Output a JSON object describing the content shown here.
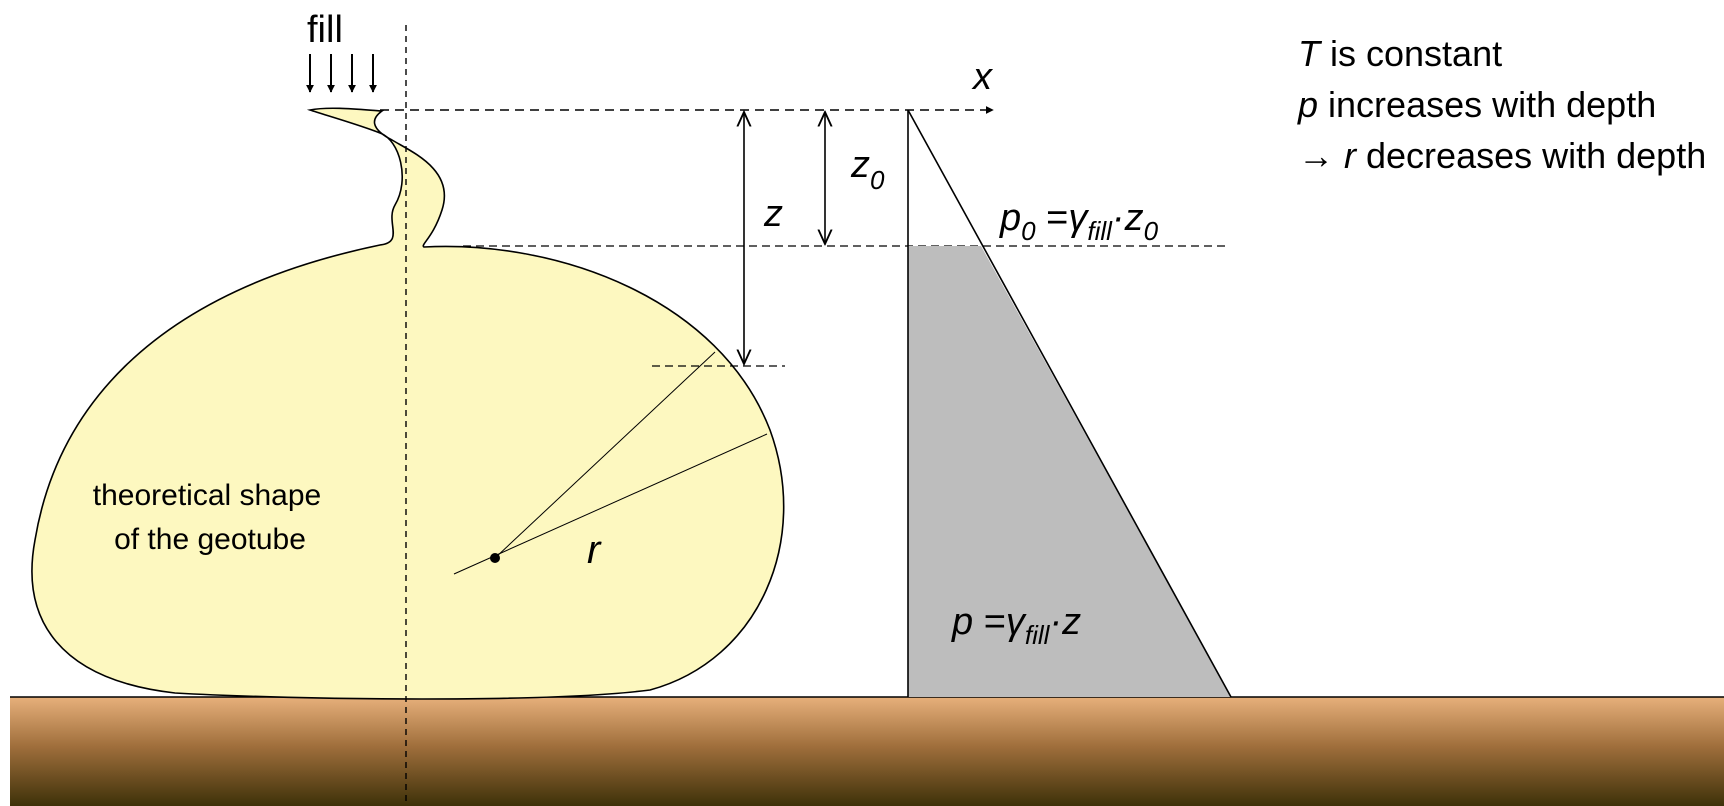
{
  "diagram": {
    "fill_label": "fill",
    "axis_label": "x",
    "depth_label": "z",
    "depth0_label": "z",
    "depth0_sub": "0",
    "radius_label": "r",
    "shape_label_line1": "theoretical shape",
    "shape_label_line2": "of the geotube",
    "p0_label": {
      "p": "p",
      "p_sub": "0",
      "eq": " =",
      "gamma": "γ",
      "gamma_sub": "fill",
      "dot": "·",
      "z": "z",
      "z_sub": "0"
    },
    "p_label": {
      "p": "p",
      "eq": " =",
      "gamma": "γ",
      "gamma_sub": "fill",
      "dot": "·",
      "z": "z"
    }
  },
  "notes": {
    "line1": {
      "var": "T",
      "text": " is constant"
    },
    "line2": {
      "var": "p",
      "text": " increases with depth"
    },
    "line3": {
      "arrow": "→",
      "var": "r",
      "text": " decreases with depth"
    }
  },
  "colors": {
    "geotube_fill": "#fdf8c0",
    "pressure_fill": "#bdbdbd",
    "ground_top": "#e7b07b",
    "ground_bottom": "#3e3109"
  }
}
